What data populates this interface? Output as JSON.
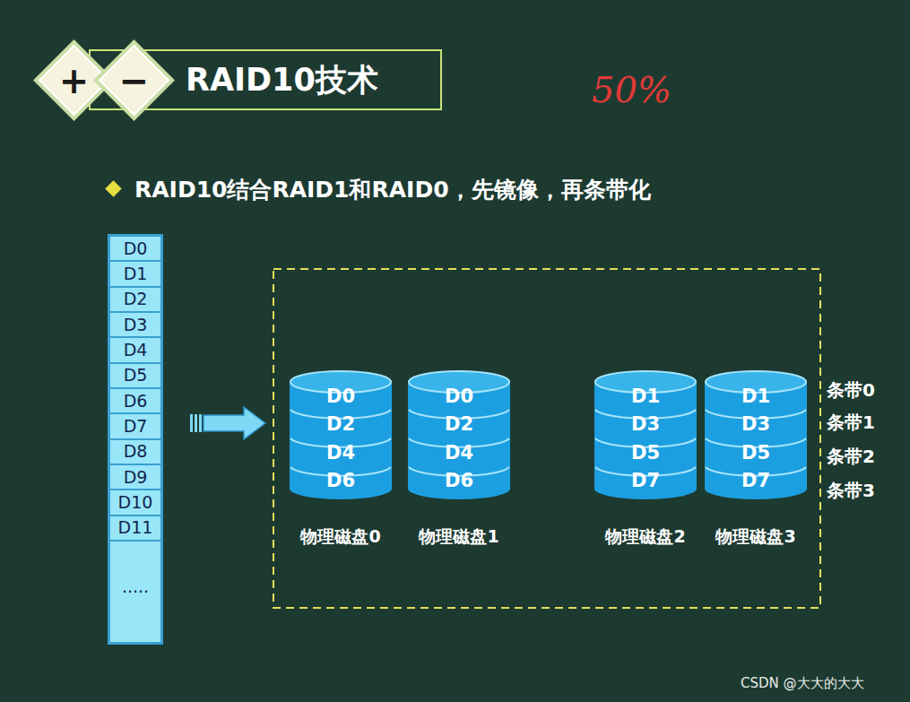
{
  "diagram": {
    "title": "RAID10技术",
    "nodes": [
      {
        "text": [
          "+"
        ]
      },
      {
        "text": [
          "−"
        ]
      },
      {
        "text": [
          "D0"
        ]
      },
      {
        "text": [
          "D1"
        ]
      },
      {
        "text": [
          "D2"
        ]
      },
      {
        "text": [
          "D3"
        ]
      },
      {
        "text": [
          "D4"
        ]
      },
      {
        "text": [
          "D5"
        ]
      },
      {
        "text": [
          "D6"
        ]
      },
      {
        "text": [
          "D7"
        ]
      },
      {
        "text": [
          "D8"
        ]
      },
      {
        "text": [
          "D9"
        ]
      },
      {
        "text": [
          "D10"
        ]
      },
      {
        "text": [
          "D11"
        ]
      },
      {
        "text": [
          "....."
        ]
      },
      {
        "text": [
          "D0",
          "D2",
          "D4",
          "D6",
          "物理磁盘0"
        ]
      },
      {
        "text": [
          "D0",
          "D2",
          "D4",
          "D6",
          "物理磁盘1"
        ]
      },
      {
        "text": [
          "D1",
          "D3",
          "D5",
          "D7",
          "物理磁盘2"
        ]
      },
      {
        "text": [
          "D1",
          "D3",
          "D5",
          "D7",
          "物理磁盘3"
        ]
      }
    ],
    "labels": [
      "50%",
      "RAID10结合RAID1和RAID0，先镜像，再条带化",
      "条带0",
      "条带1",
      "条带2",
      "条带3",
      "CSDN @大大的大大"
    ]
  }
}
